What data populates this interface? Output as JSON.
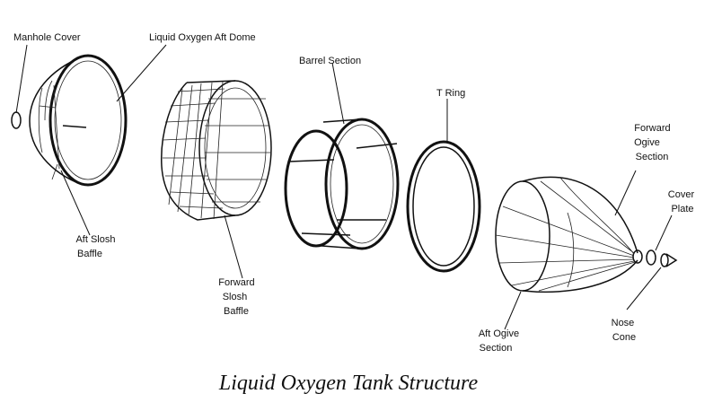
{
  "title": "Liquid Oxygen Tank Structure",
  "labels": {
    "manhole_cover": "Manhole Cover",
    "aft_dome": "Liquid Oxygen Aft Dome",
    "aft_slosh_baffle": [
      "Aft Slosh",
      "Baffle"
    ],
    "barrel_section": "Barrel Section",
    "forward_slosh_baffle": [
      "Forward",
      "Slosh",
      "Baffle"
    ],
    "t_ring": "T Ring",
    "forward_ogive_section": [
      "Forward",
      "Ogive",
      "Section"
    ],
    "cover_plate": [
      "Cover",
      "Plate"
    ],
    "aft_ogive_section": [
      "Aft Ogive",
      "Section"
    ],
    "nose_cone": [
      "Nose",
      "Cone"
    ]
  },
  "colors": {
    "ink": "#111111",
    "background": "#ffffff"
  }
}
